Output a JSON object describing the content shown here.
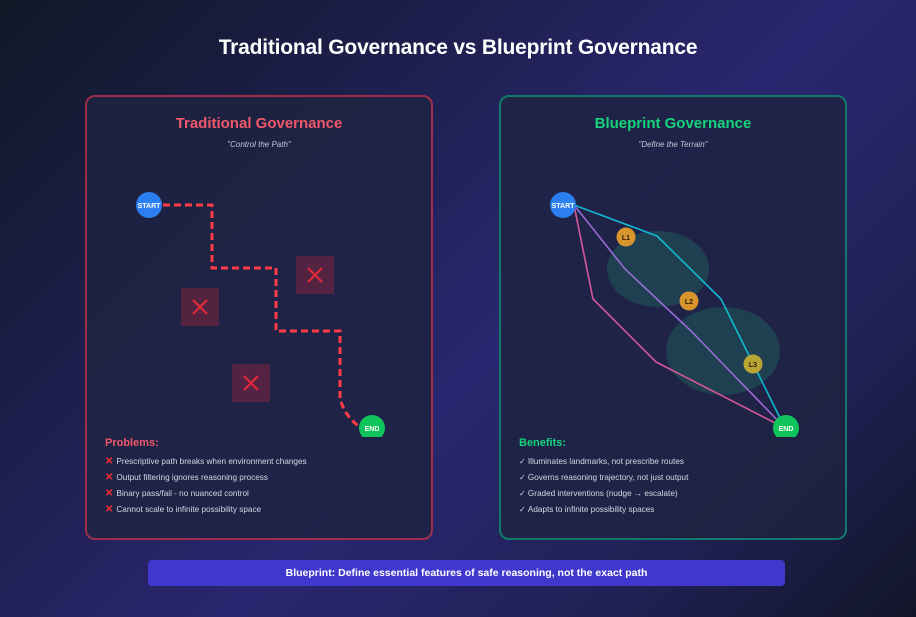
{
  "title": "Traditional Governance vs Blueprint Governance",
  "traditional": {
    "title": "Traditional Governance",
    "subtitle": "\"Control the Path\"",
    "start_label": "START",
    "end_label": "END",
    "obstacle_icon": "x-icon",
    "list_heading": "Problems:",
    "list_icon": "red-x-icon",
    "items": [
      "Prescriptive path breaks when environment changes",
      "Output filtering ignores reasoning process",
      "Binary pass/fail - no nuanced control",
      "Cannot scale to infinite possibility space"
    ],
    "colors": {
      "accent": "#f0586a",
      "border": "#9b2f4a",
      "path": "#ff3b47"
    }
  },
  "blueprint": {
    "title": "Blueprint Governance",
    "subtitle": "\"Define the Terrain\"",
    "start_label": "START",
    "end_label": "END",
    "landmarks": [
      "L1",
      "L2",
      "L3"
    ],
    "list_heading": "Benefits:",
    "list_icon": "check-icon",
    "items": [
      "Illuminates landmarks, not prescribe routes",
      "Governs reasoning trajectory, not just output",
      "Graded interventions (nudge → escalate)",
      "Adapts to infinite possibility spaces"
    ],
    "colors": {
      "accent": "#14d47c",
      "border": "#0f7a6a",
      "path_cyan": "#12b8d0",
      "path_purple": "#9a6ad6",
      "path_pink": "#d6579a"
    }
  },
  "banner": "Blueprint: Define essential features of safe reasoning, not the exact path"
}
